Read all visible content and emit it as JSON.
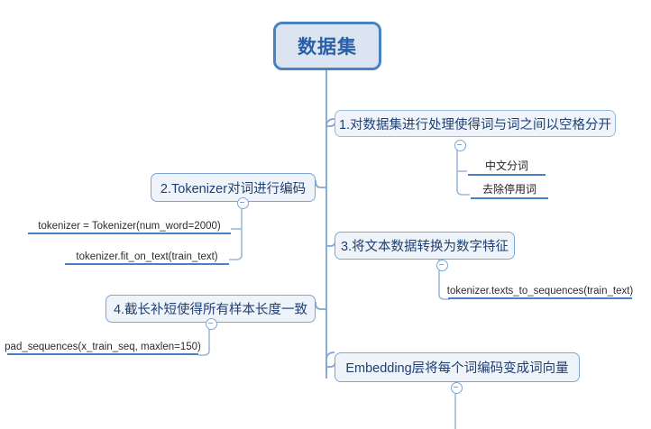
{
  "diagram": {
    "type": "mindmap",
    "title": "数据集",
    "root": {
      "label": "数据集"
    },
    "branches": [
      {
        "id": "branch-1",
        "label": "1.对数据集进行处理使得词与词之间以空格分开",
        "children": [
          {
            "label": "中文分词"
          },
          {
            "label": "去除停用词"
          }
        ]
      },
      {
        "id": "branch-2",
        "label": "2.Tokenizer对词进行编码",
        "children": [
          {
            "label": "tokenizer = Tokenizer(num_word=2000)"
          },
          {
            "label": "tokenizer.fit_on_text(train_text)"
          }
        ]
      },
      {
        "id": "branch-3",
        "label": "3.将文本数据转换为数字特征",
        "children": [
          {
            "label": "tokenizer.texts_to_sequences(train_text)"
          }
        ]
      },
      {
        "id": "branch-4",
        "label": "4.截长补短使得所有样本长度一致",
        "children": [
          {
            "label": "pad_sequences(x_train_seq, maxlen=150)"
          }
        ]
      },
      {
        "id": "branch-5",
        "label": "Embedding层将每个词编码变成词向量",
        "children": []
      }
    ]
  },
  "colors": {
    "root_border": "#4a80c4",
    "root_fill": "#dbe5f1",
    "root_text": "#2b5fa8",
    "node_border": "#9dbadd",
    "node_fill": "#eff4fa",
    "node_text": "#1f3f73",
    "connector": "#7ea6d6",
    "leaf_underline": "#4a80c4"
  }
}
